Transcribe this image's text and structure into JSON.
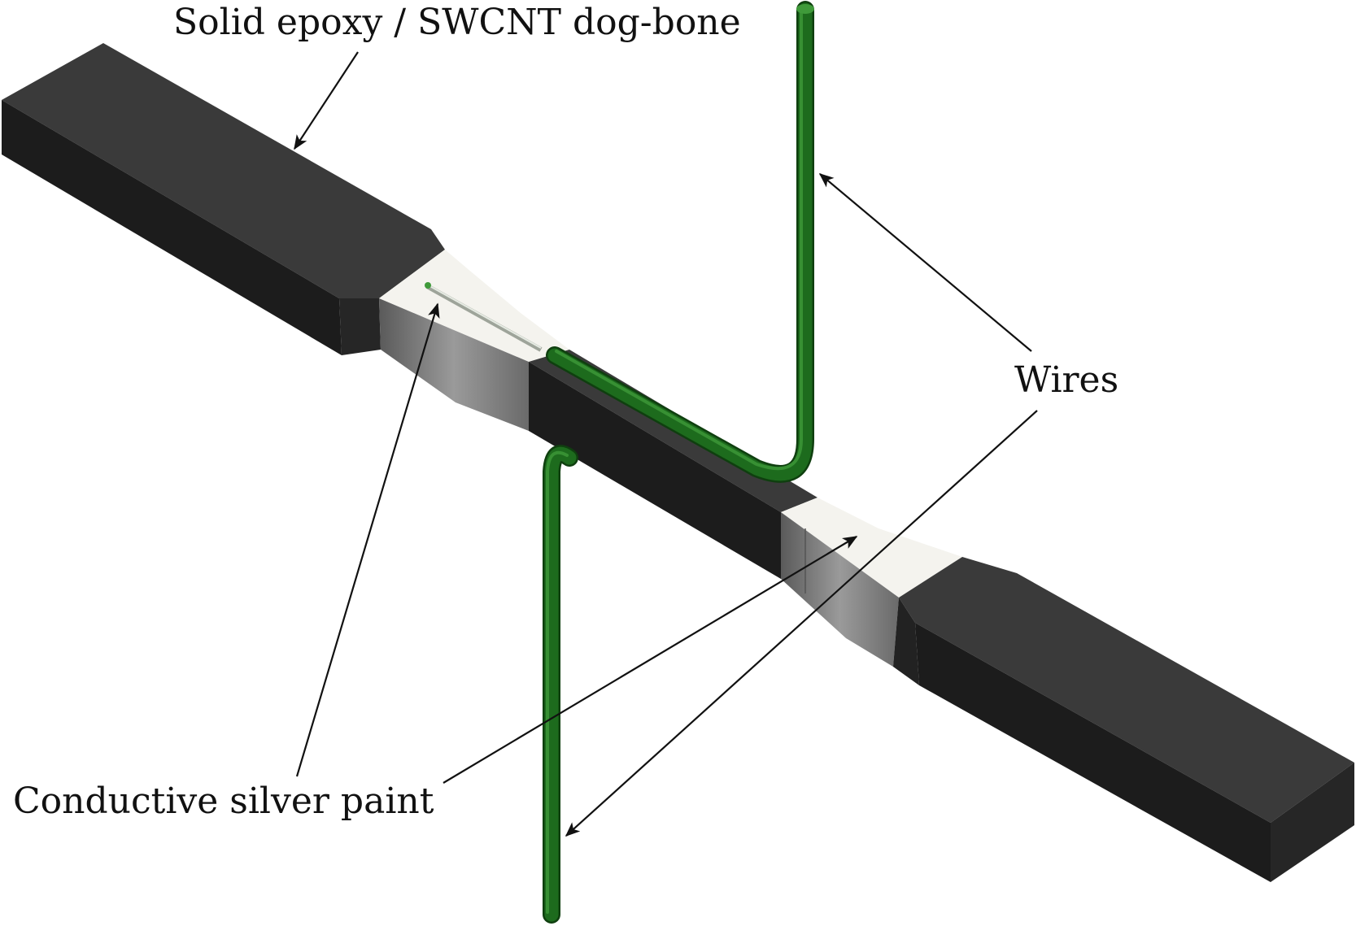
{
  "labels": {
    "dogbone": "Solid epoxy / SWCNT dog-bone",
    "wires": "Wires",
    "silver_paint": "Conductive silver paint"
  },
  "colors": {
    "epoxy_top": "#3a3a3a",
    "epoxy_side": "#1c1c1c",
    "epoxy_end": "#262626",
    "silver_top": "#f4f3ee",
    "silver_side": "#8a8a8a",
    "wire": "#1d6b1d",
    "wire_highlight": "#3f9a3a",
    "wire_shadow": "#0f3f0f",
    "ink": "#111111"
  }
}
